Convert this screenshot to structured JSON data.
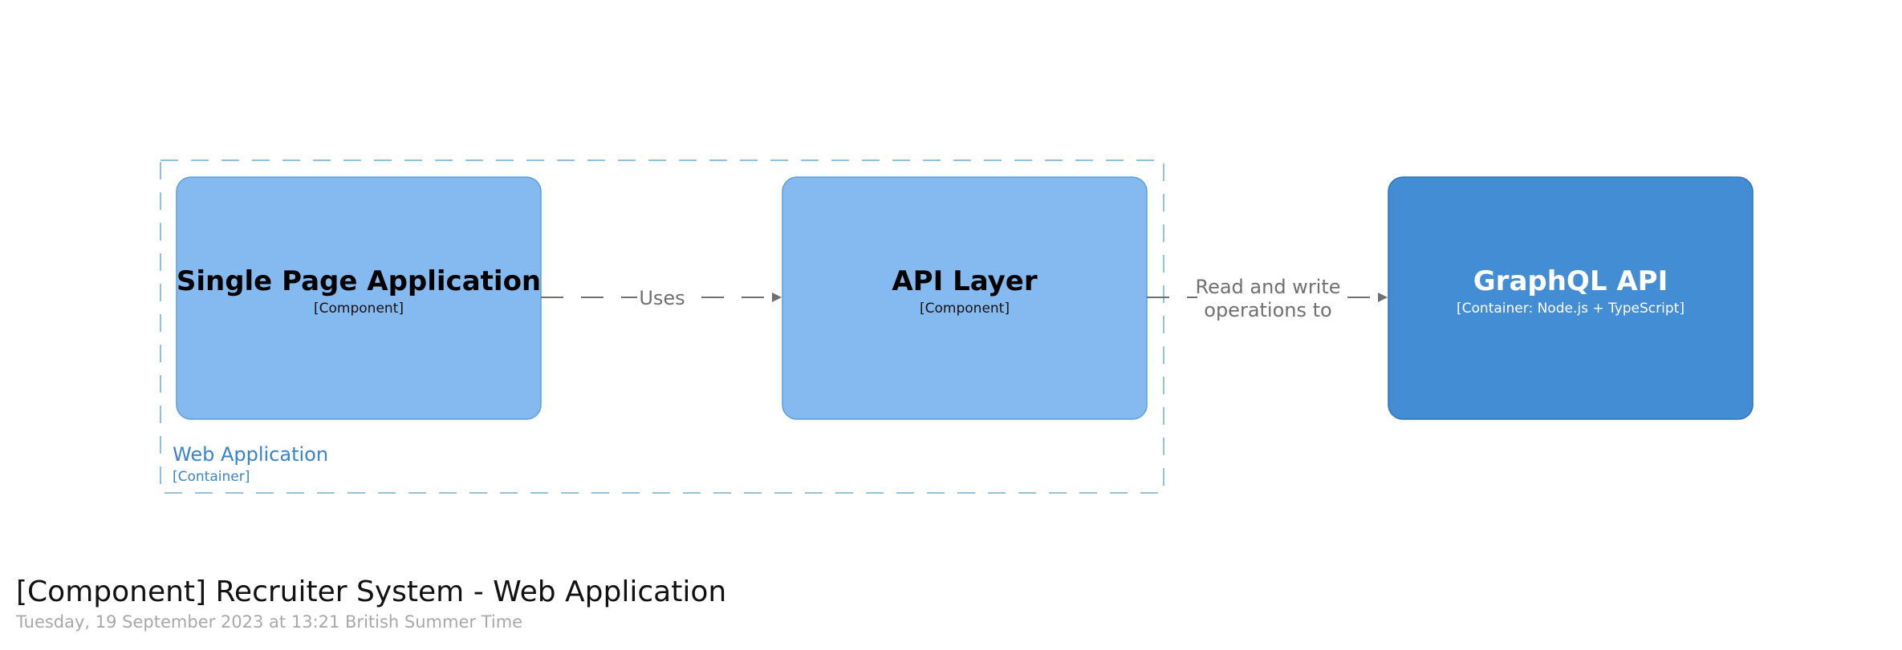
{
  "boundary": {
    "name": "Web Application",
    "type": "[Container]",
    "border_color": "#8ec4df",
    "text_color": "#3b83c8"
  },
  "elements": {
    "spa": {
      "title": "Single Page Application",
      "type": "[Component]",
      "fill": "#85baf0",
      "text_color": "#000000"
    },
    "api_layer": {
      "title": "API Layer",
      "type": "[Component]",
      "fill": "#85baf0",
      "text_color": "#000000"
    },
    "graphql": {
      "title": "GraphQL API",
      "type": "[Container: Node.js + TypeScript]",
      "fill": "#438dd5",
      "text_color": "#ffffff"
    }
  },
  "relationships": {
    "uses": {
      "label": "Uses"
    },
    "read_write": {
      "label_line1": "Read and write",
      "label_line2": "operations to"
    }
  },
  "footer": {
    "title": "[Component] Recruiter System - Web Application",
    "date": "Tuesday, 19 September 2023 at 13:21 British Summer Time"
  }
}
